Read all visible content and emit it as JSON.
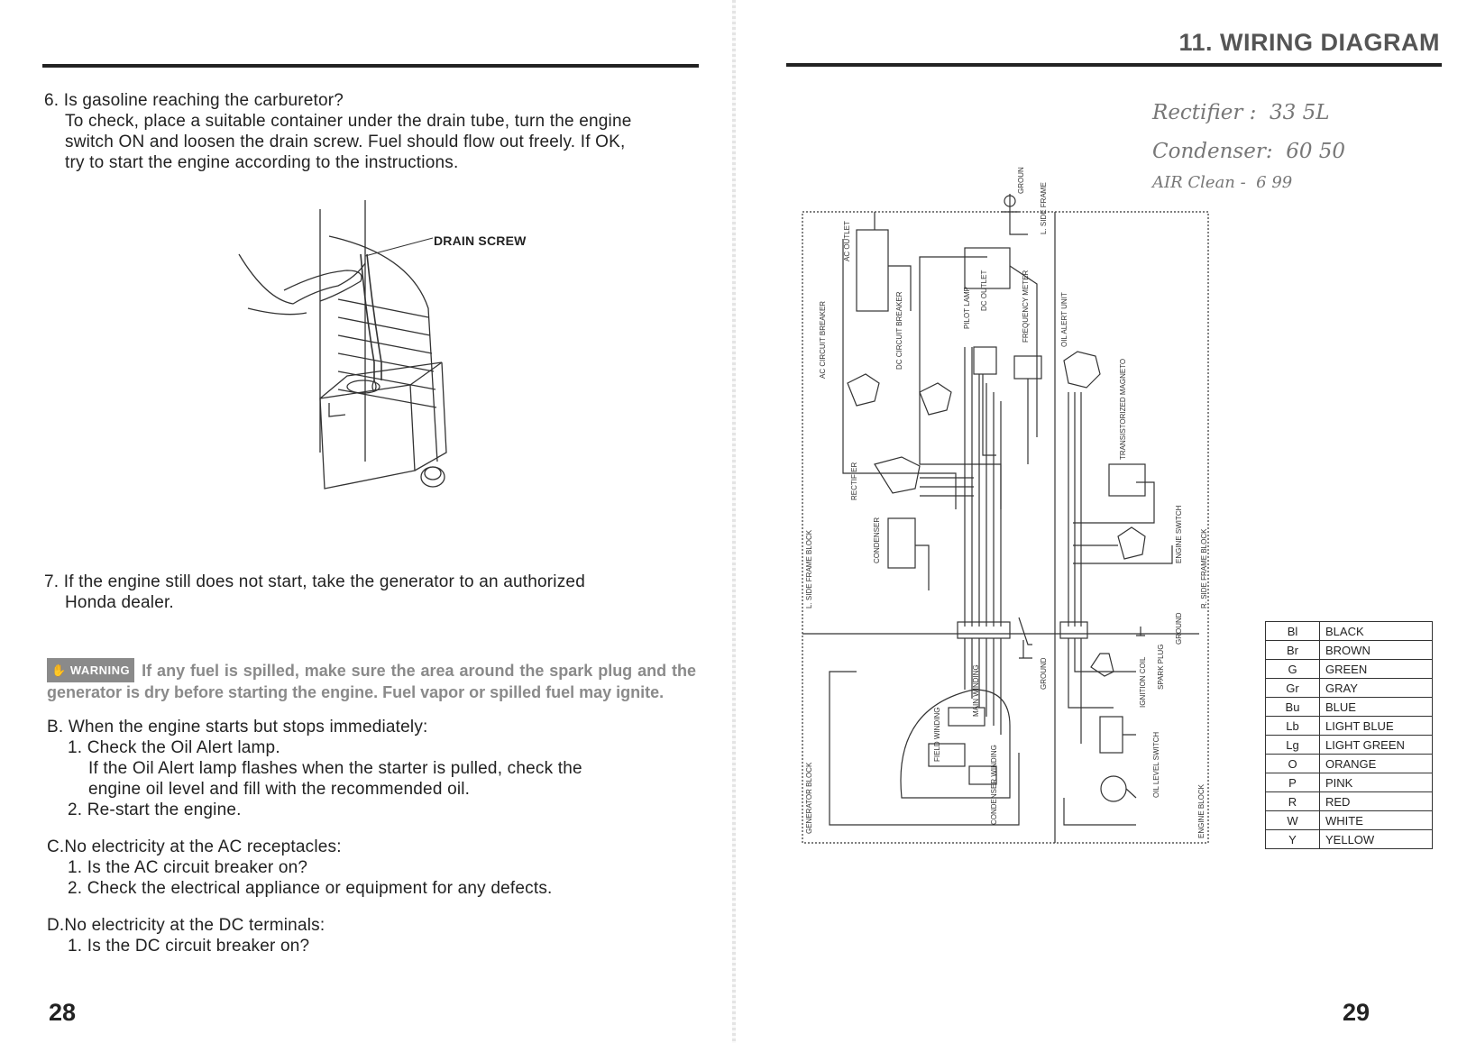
{
  "left_page": {
    "step6": {
      "num": "6.",
      "question": "Is gasoline reaching the carburetor?",
      "lines": [
        "To check, place a suitable container under the drain tube, turn the engine",
        "switch ON and loosen the drain screw. Fuel should flow out freely. If OK,",
        "try to start the engine according to the instructions."
      ]
    },
    "figure_label": "DRAIN SCREW",
    "step7": {
      "num": "7.",
      "lines": [
        "If the engine still does not start, take the generator to an authorized",
        "Honda dealer."
      ]
    },
    "warning": {
      "badge": "WARNING",
      "text": "If any fuel is spilled, make sure the area around the spark plug and the generator is dry before starting the engine. Fuel vapor or spilled fuel may ignite."
    },
    "section_b": {
      "heading": "B. When the engine starts but stops immediately:",
      "items": [
        "1. Check the Oil Alert lamp.",
        "If the Oil Alert lamp flashes when the starter is pulled, check the",
        "engine oil level and fill with the recommended oil.",
        "2. Re-start the engine."
      ]
    },
    "section_c": {
      "heading": "C.No electricity at the AC receptacles:",
      "items": [
        "1. Is the AC circuit breaker on?",
        "2. Check the electrical appliance or equipment for any defects."
      ]
    },
    "section_d": {
      "heading": "D.No electricity at the DC terminals:",
      "items": [
        "1. Is the DC circuit breaker on?"
      ]
    },
    "page_number": "28"
  },
  "right_page": {
    "header": "11. WIRING DIAGRAM",
    "handwritten": [
      {
        "label": "Rectifier :",
        "value": "33 5L"
      },
      {
        "label": "Condenser:",
        "value": "60 50"
      },
      {
        "label": "AIR Clean -",
        "value": "6 99"
      }
    ],
    "diagram_labels": {
      "ground_top": "GROUND",
      "l_side_frame": "L. SIDE FRAME",
      "ac_outlet": "AC OUTLET",
      "dc_outlet": "DC OUTLET",
      "frequency_meter": "FREQUENCY METER",
      "pilot_lamp": "PILOT LAMP",
      "oil_alert_unit": "OIL ALERT UNIT",
      "ac_circuit_breaker": "AC CIRCUIT BREAKER",
      "dc_circuit_breaker": "DC CIRCUIT BREAKER",
      "transistorized_magneto": "TRANSISTORIZED MAGNETO",
      "rectifier": "RECTIFIER",
      "condenser": "CONDENSER",
      "l_side_frame_block": "L. SIDE FRAME BLOCK",
      "r_side_frame_block": "R. SIDE FRAME BLOCK",
      "engine_switch": "ENGINE SWITCH",
      "ground_mid": "GROUND",
      "ground_right": "GROUND",
      "spark_plug": "SPARK PLUG",
      "ignition_coil": "IGNITION COIL",
      "main_winding": "MAIN WINDING",
      "field_winding": "FIELD WINDING",
      "condenser_winding": "CONDENSER WINDING",
      "oil_level_switch": "OIL LEVEL SWITCH",
      "generator_block": "GENERATOR BLOCK",
      "engine_block": "ENGINE BLOCK"
    },
    "legend": [
      {
        "code": "Bl",
        "name": "BLACK"
      },
      {
        "code": "Br",
        "name": "BROWN"
      },
      {
        "code": "G",
        "name": "GREEN"
      },
      {
        "code": "Gr",
        "name": "GRAY"
      },
      {
        "code": "Bu",
        "name": "BLUE"
      },
      {
        "code": "Lb",
        "name": "LIGHT BLUE"
      },
      {
        "code": "Lg",
        "name": "LIGHT GREEN"
      },
      {
        "code": "O",
        "name": "ORANGE"
      },
      {
        "code": "P",
        "name": "PINK"
      },
      {
        "code": "R",
        "name": "RED"
      },
      {
        "code": "W",
        "name": "WHITE"
      },
      {
        "code": "Y",
        "name": "YELLOW"
      }
    ],
    "page_number": "29"
  }
}
